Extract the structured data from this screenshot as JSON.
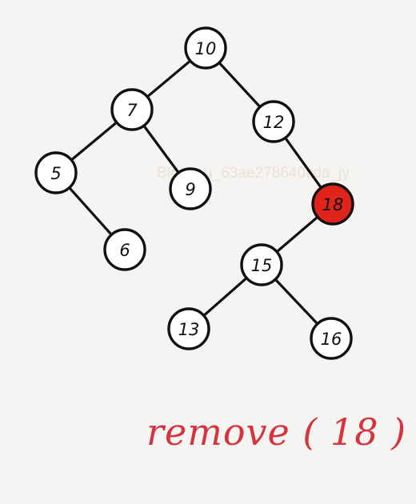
{
  "diagram": {
    "nodes": [
      {
        "id": "n10",
        "label": "10",
        "highlight": false
      },
      {
        "id": "n7",
        "label": "7",
        "highlight": false
      },
      {
        "id": "n12",
        "label": "12",
        "highlight": false
      },
      {
        "id": "n5",
        "label": "5",
        "highlight": false
      },
      {
        "id": "n9",
        "label": "9",
        "highlight": false
      },
      {
        "id": "n18",
        "label": "18",
        "highlight": true
      },
      {
        "id": "n6",
        "label": "6",
        "highlight": false
      },
      {
        "id": "n15",
        "label": "15",
        "highlight": false
      },
      {
        "id": "n13",
        "label": "13",
        "highlight": false
      },
      {
        "id": "n16",
        "label": "16",
        "highlight": false
      }
    ],
    "edges": [
      [
        "n10",
        "n7"
      ],
      [
        "n10",
        "n12"
      ],
      [
        "n7",
        "n5"
      ],
      [
        "n7",
        "n9"
      ],
      [
        "n5",
        "n6"
      ],
      [
        "n12",
        "n18"
      ],
      [
        "n18",
        "n15"
      ],
      [
        "n15",
        "n13"
      ],
      [
        "n15",
        "n16"
      ]
    ],
    "highlight_color": "#e0241c",
    "caption": "remove ( 18 )",
    "watermark": "Blog – u_63ae278640cda_jy"
  }
}
